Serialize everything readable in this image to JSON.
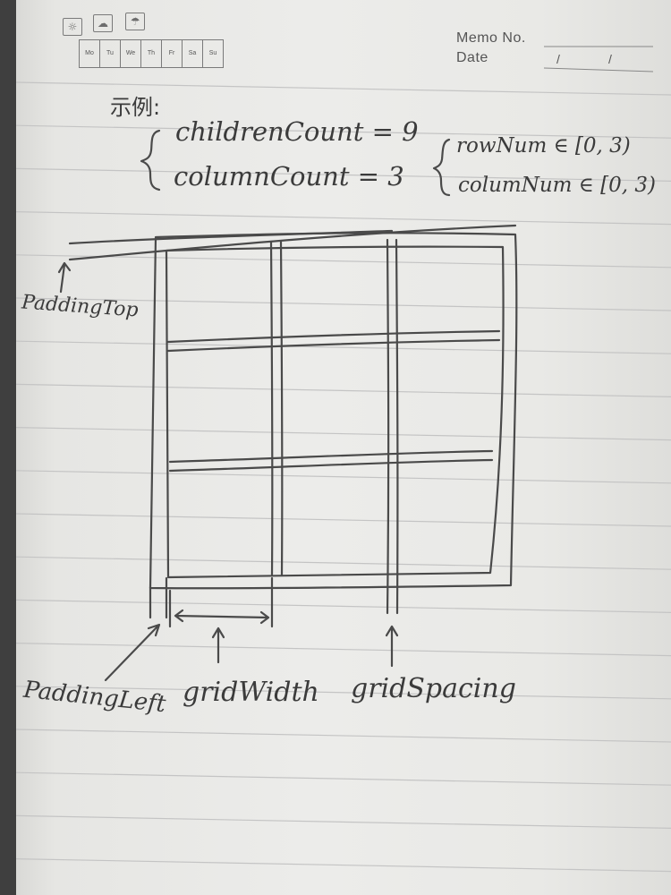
{
  "header": {
    "icons": [
      "sun-icon",
      "cloud-icon",
      "umbrella-icon"
    ],
    "weekdays": [
      "Mo",
      "Tu",
      "We",
      "Th",
      "Fr",
      "Sa",
      "Su"
    ],
    "memo_label": "Memo No.",
    "date_label": "Date",
    "date_separators": [
      "/",
      "/"
    ]
  },
  "notes": {
    "example_label": "示例:",
    "children_count": "childrenCount = 9",
    "column_count": "columnCount = 3",
    "row_num": "rowNum ∈ [0, 3)",
    "column_num": "columNum ∈ [0, 3)"
  },
  "diagram": {
    "rows": 3,
    "columns": 3,
    "labels": {
      "padding_top": "PaddingTop",
      "padding_left": "PaddingLeft",
      "grid_width": "gridWidth",
      "grid_spacing": "gridSpacing"
    }
  },
  "colors": {
    "paper": "#ebebe8",
    "ruling": "#c4c4c4",
    "pencil": "#4a4a4a"
  }
}
